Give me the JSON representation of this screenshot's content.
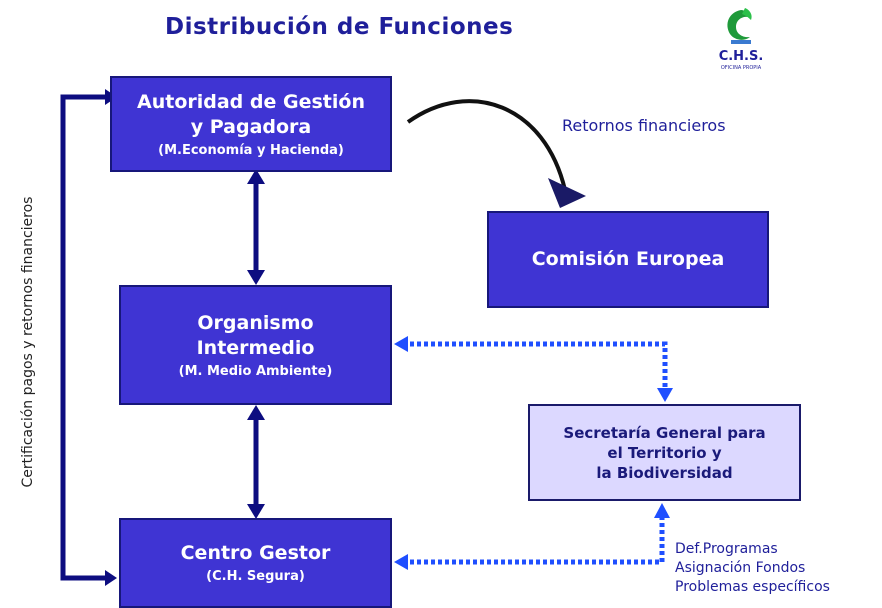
{
  "title": "Distribución de Funciones",
  "logo": {
    "text": "C.H.S.",
    "subtext": "OFICINA PROPIA"
  },
  "side_label": "Certificación pagos y retornos financieros",
  "returns_label": "Retornos financieros",
  "boxes": {
    "autoridad": {
      "title": "Autoridad de Gestión\ny Pagadora",
      "subtitle": "(M.Economía y Hacienda)"
    },
    "comision": {
      "title": "Comisión Europea"
    },
    "organismo": {
      "title": "Organismo\nIntermedio",
      "subtitle": "(M. Medio Ambiente)"
    },
    "secretaria": {
      "title": "Secretaría General para\nel Territorio y\nla Biodiversidad"
    },
    "centro": {
      "title": "Centro Gestor",
      "subtitle": "(C.H. Segura)"
    }
  },
  "notes": [
    "Def.Programas",
    "Asignación Fondos",
    "Problemas específicos"
  ],
  "colors": {
    "box_dark": "#3f34d3",
    "box_light": "#dcd8ff",
    "arrow_navy": "#0d0d80",
    "arrow_dotted": "#1f4fff",
    "title": "#1f1f9a"
  }
}
